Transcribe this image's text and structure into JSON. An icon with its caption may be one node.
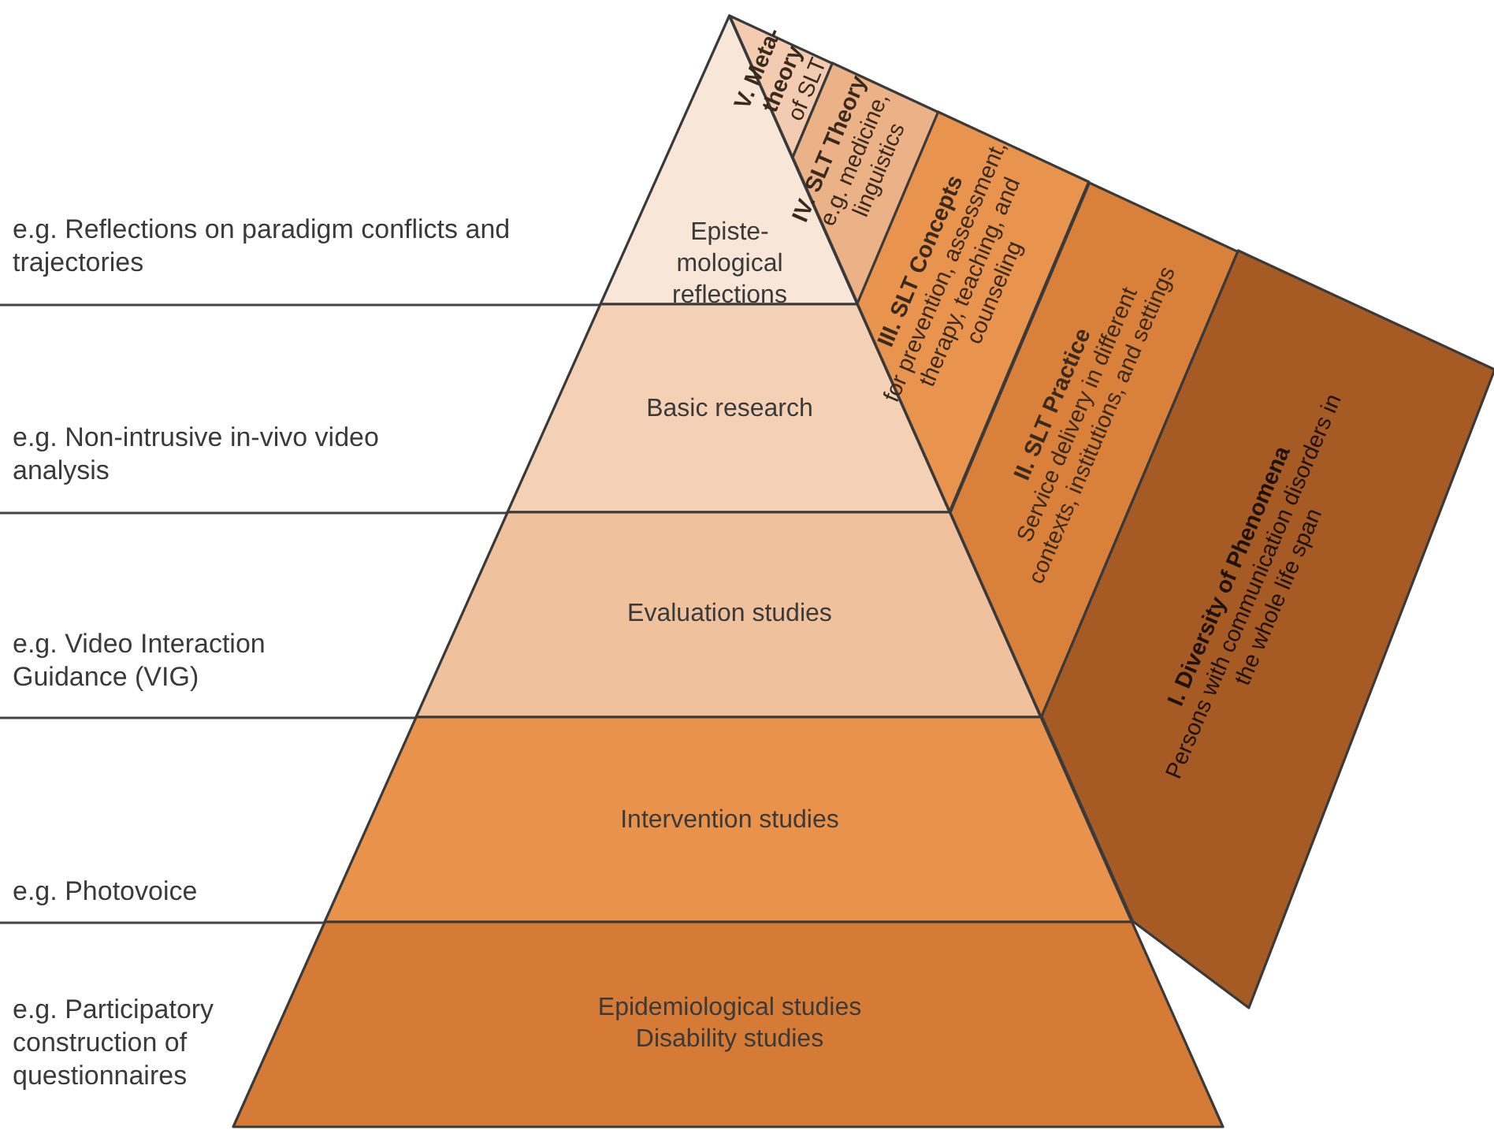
{
  "diagram": {
    "nodes": [
      {
        "text": [
          "Episte-mological reflections"
        ]
      },
      {
        "text": [
          "Basic research"
        ]
      },
      {
        "text": [
          "Evaluation studies"
        ]
      },
      {
        "text": [
          "Intervention studies"
        ]
      },
      {
        "text": [
          "Epidemiological studies",
          "Disability studies"
        ]
      },
      {
        "text": [
          "V. Meta-theory",
          "of SLT"
        ]
      },
      {
        "text": [
          "IV. SLT Theory",
          "e.g. medicine, linguistics"
        ]
      },
      {
        "text": [
          "III. SLT Concepts",
          "for prevention, assessment, therapy, teaching, and counseling"
        ]
      },
      {
        "text": [
          "II. SLT Practice",
          "Service delivery in different contexts, institutions, and settings"
        ]
      },
      {
        "text": [
          "I. Diversity of Phenomena",
          "Persons with communication disorders in the whole life span"
        ]
      }
    ],
    "edges": [],
    "labels": [
      "e.g. Reflections on paradigm conflicts and trajectories",
      "e.g. Non-intrusive in-vivo video analysis",
      "e.g. Video Interaction Guidance (VIG)",
      "e.g. Photovoice",
      "e.g. Participatory construction of questionnaires"
    ]
  }
}
